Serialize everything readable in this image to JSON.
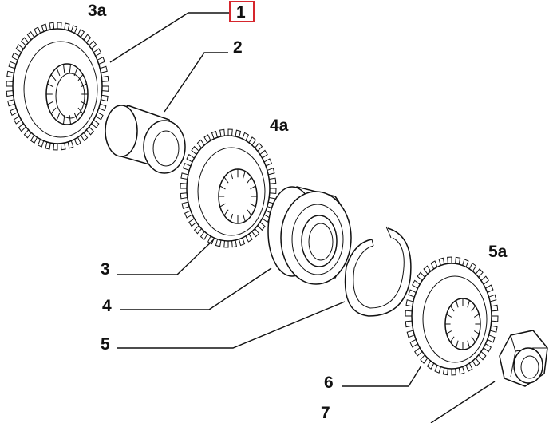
{
  "diagram": {
    "labels": {
      "ref_1": "1",
      "ref_2": "2",
      "ref_3": "3",
      "ref_3a": "3a",
      "ref_4": "4",
      "ref_4a": "4a",
      "ref_5": "5",
      "ref_5a": "5a",
      "ref_6": "6",
      "ref_7": "7"
    },
    "highlighted_label": "1",
    "colors": {
      "highlight_box": "#d6262d",
      "line": "#111111",
      "background": "#ffffff"
    }
  }
}
